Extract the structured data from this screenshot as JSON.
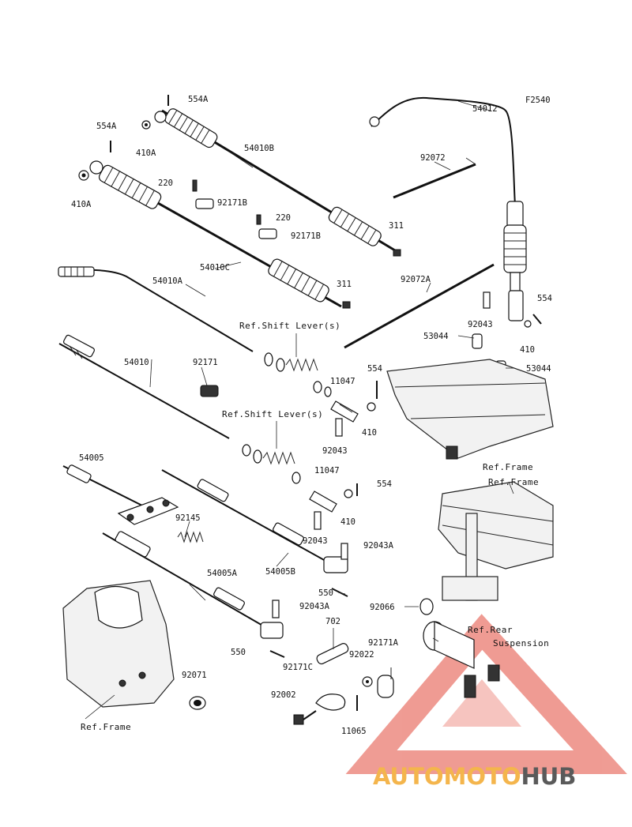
{
  "figure_code": "F2540",
  "parts": {
    "p554A_top": "554A",
    "p554A_left": "554A",
    "p410A_top": "410A",
    "p410A_left": "410A",
    "p220_a": "220",
    "p220_b": "220",
    "p54010B": "54010B",
    "p92171B_a": "92171B",
    "p92171B_b": "92171B",
    "p311_a": "311",
    "p311_b": "311",
    "p54010C": "54010C",
    "p54010A": "54010A",
    "p54012": "54012",
    "p92072": "92072",
    "p92072A": "92072A",
    "p554_a": "554",
    "p554_b": "554",
    "p554_c": "554",
    "p92043_a": "92043",
    "p92043_b": "92043",
    "p92043_c": "92043",
    "p410_a": "410",
    "p410_b": "410",
    "p410_c": "410",
    "p53044_a": "53044",
    "p53044_b": "53044",
    "p11047_a": "11047",
    "p11047_b": "11047",
    "p54010": "54010",
    "p92171": "92171",
    "p54005": "54005",
    "p92145": "92145",
    "p92043A_a": "92043A",
    "p92043A_b": "92043A",
    "p54005B": "54005B",
    "p54005A": "54005A",
    "p550_a": "550",
    "p550_b": "550",
    "p92066": "92066",
    "p702": "702",
    "p92171A": "92171A",
    "p92022": "92022",
    "p92171C": "92171C",
    "p92002": "92002",
    "p11065": "11065",
    "p92071": "92071"
  },
  "references": {
    "shift_lever_1": "Ref.Shift Lever(s)",
    "shift_lever_2": "Ref.Shift Lever(s)",
    "frame_1": "Ref.Frame",
    "frame_2": "Ref.Frame",
    "frame_3": "Ref.Frame",
    "rear_suspension_1": "Ref.Rear",
    "rear_suspension_2": "Suspension"
  },
  "watermark": {
    "part1": "AUTOMOTO",
    "part2": "HUB",
    "color_auto": "#f4b54c",
    "color_hub": "#5a5a5a",
    "triangle_color": "#e24b3c"
  }
}
